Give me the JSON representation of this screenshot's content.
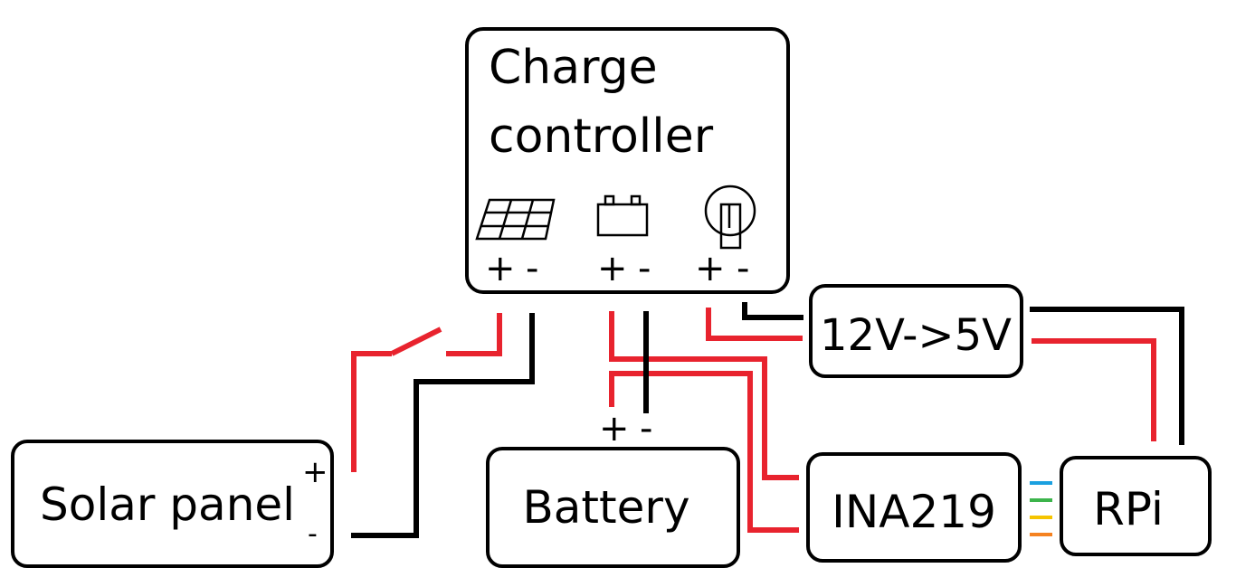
{
  "components": {
    "charge_controller": {
      "title_line1": "Charge",
      "title_line2": "controller",
      "panel_terminals": {
        "plus": "+",
        "minus": "-"
      },
      "battery_terminals": {
        "plus": "+",
        "minus": "-"
      },
      "load_terminals": {
        "plus": "+",
        "minus": "-"
      }
    },
    "converter": {
      "label": "12V->5V"
    },
    "solar_panel": {
      "label": "Solar panel",
      "plus": "+",
      "minus": "-"
    },
    "battery": {
      "label": "Battery",
      "plus": "+",
      "minus": "-"
    },
    "ina219": {
      "label": "INA219"
    },
    "rpi": {
      "label": "RPi"
    }
  },
  "icons": [
    "solar-panel-icon",
    "battery-icon",
    "light-bulb-icon"
  ],
  "colors": {
    "positive_wire": "#e8232e",
    "negative_wire": "#000000",
    "bus_lines": [
      "#1aa0e0",
      "#3cb44b",
      "#f5c400",
      "#f58220"
    ]
  }
}
